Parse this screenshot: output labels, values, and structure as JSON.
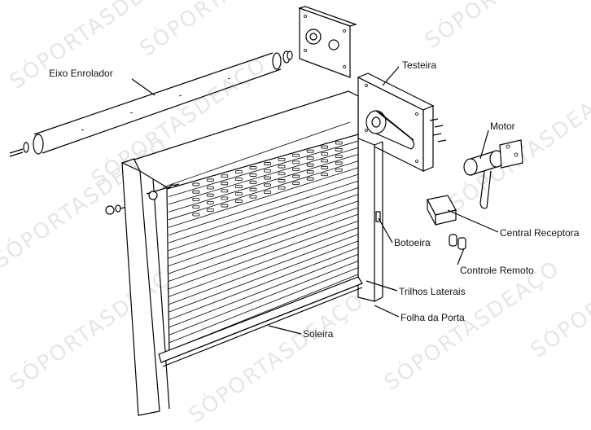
{
  "watermark": "SÓPORTASDEAÇO",
  "labels": {
    "eixo_enrolador": "Eixo Enrolador",
    "testeira": "Testeira",
    "motor": "Motor",
    "central_receptora": "Central Receptora",
    "botoeira": "Botoeira",
    "controle_remoto": "Controle Remoto",
    "trilhos_laterais": "Trilhos Laterais",
    "folha_da_porta": "Folha da Porta",
    "soleira": "Soleira"
  },
  "colors": {
    "line": "#000000",
    "watermark": "#e6e6e6",
    "background": "#ffffff"
  }
}
